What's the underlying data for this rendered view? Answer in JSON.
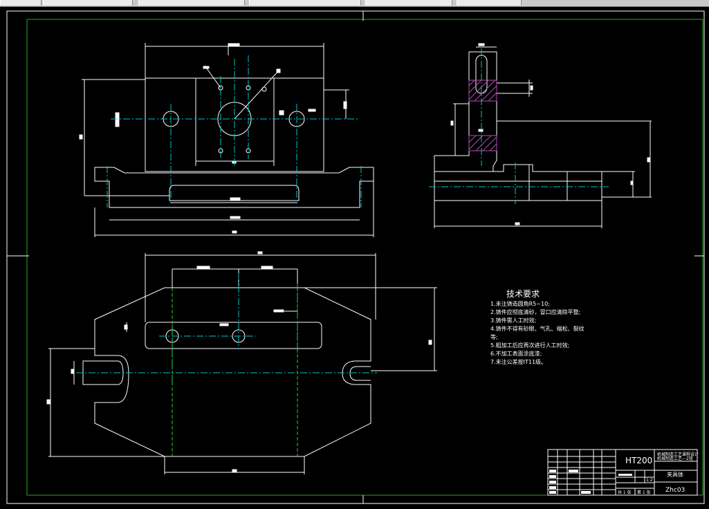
{
  "toolbar": {
    "tabs": [
      "",
      "",
      "",
      "",
      "",
      ""
    ]
  },
  "drawing": {
    "tech_req_title": "技术要求",
    "tech_requirements": [
      "1.未注铸造圆角R5~10;",
      "2.铸件应彻底清砂，冒口应清除平整;",
      "3.铸件需人工时效;",
      "4.铸件不得有砂眼、气孔、缩松、裂纹",
      "等;",
      "5.粗加工后应再次进行人工时效;",
      "6.不加工表面涂底漆;",
      "7.未注公差按IT11级。"
    ],
    "title_block": {
      "material": "HT200",
      "part_name": "夹具体",
      "drawing_number": "Zhc03",
      "scale": "1:2",
      "sheet_total": "共 1 张",
      "sheet_no": "第 1 张",
      "school_line1": "机械制造工艺课程设计",
      "school_line2": "机械制造工艺—2班"
    }
  },
  "colors": {
    "outline": "#ffffff",
    "border": "#22aa22",
    "centerline": "#00c8c8",
    "hatch": "#b050b0"
  }
}
